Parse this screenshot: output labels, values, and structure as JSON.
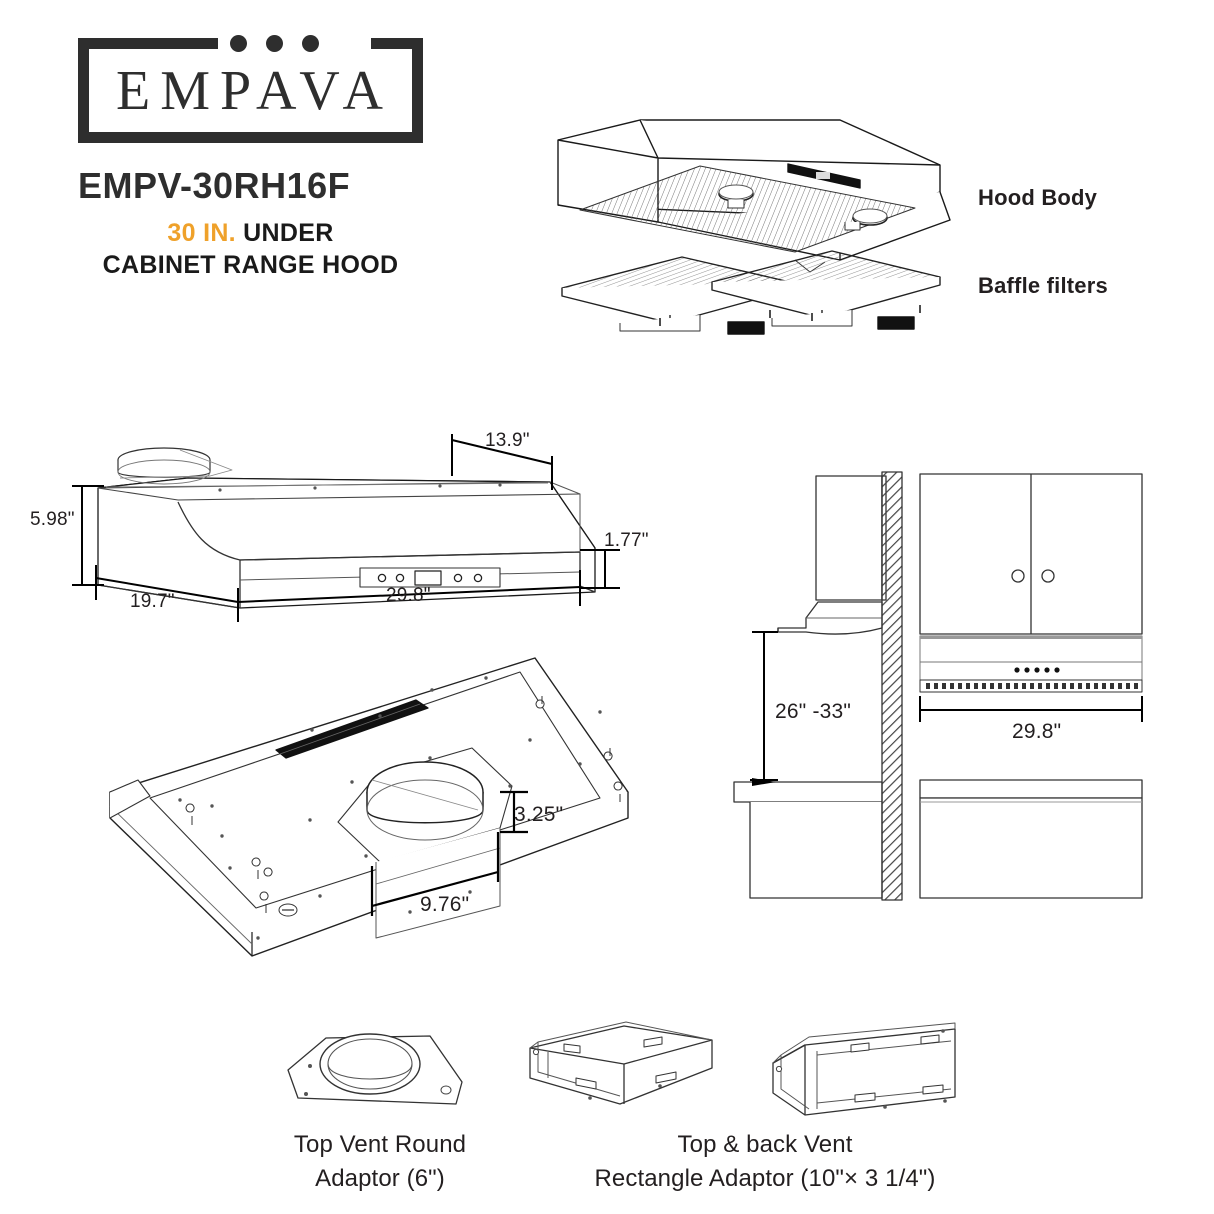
{
  "brand": {
    "name": "EMPAVA",
    "dot_count": 3
  },
  "product": {
    "model": "EMPV-30RH16F",
    "size_highlight": "30 IN.",
    "subtitle_line1_rest": "UNDER",
    "subtitle_line2": "CABINET RANGE HOOD"
  },
  "colors": {
    "accent": "#efa12a",
    "ink": "#231f20",
    "logo": "#2e2e2e",
    "line": "#1a1a1a",
    "background": "#ffffff"
  },
  "exploded_view": {
    "labels": {
      "hood_body": "Hood Body",
      "baffle_filters": "Baffle filters"
    },
    "filter_count": 2
  },
  "dimension_view": {
    "depth_top": "13.9\"",
    "height": "5.98\"",
    "front_band": "1.77\"",
    "depth": "19.7\"",
    "width": "29.8\""
  },
  "underside_view": {
    "vent_height": "3.25\"",
    "vent_width": "9.76\""
  },
  "installation_view": {
    "mounting_height": "26\" -33\"",
    "cabinet_width": "29.8\"",
    "control_dots": 5
  },
  "accessories": [
    {
      "name": "top-vent-round-adaptor",
      "caption_line1": "Top Vent Round",
      "caption_line2": "Adaptor (6\")"
    },
    {
      "name": "top-back-vent-rectangle-adaptor",
      "caption_line1": "Top & back Vent",
      "caption_line2": "Rectangle Adaptor  (10\"× 3 1/4\")"
    }
  ]
}
